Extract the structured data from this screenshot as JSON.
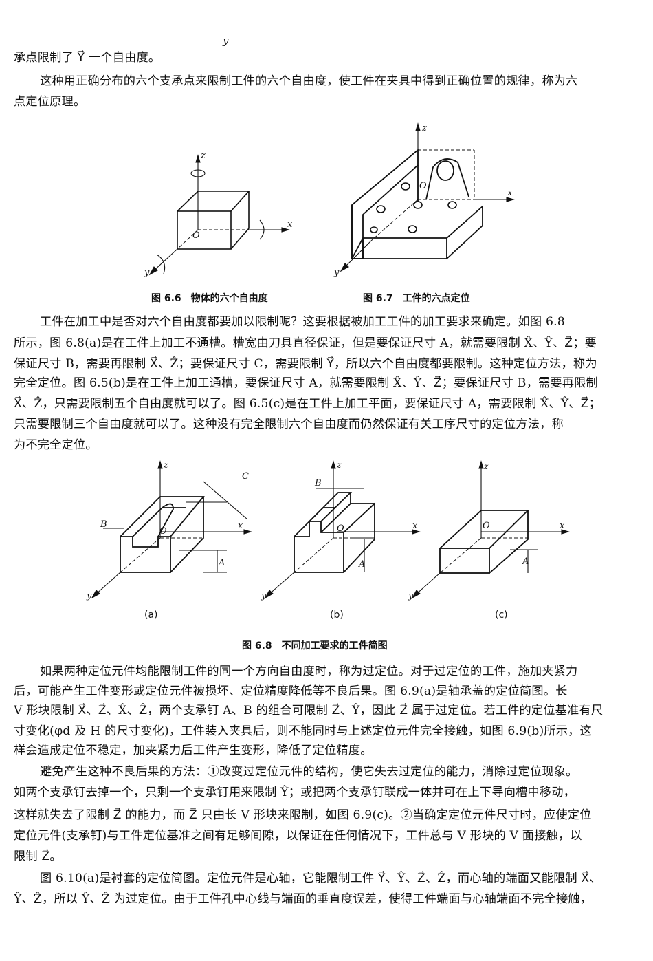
{
  "stray_mark": "y",
  "paragraphs": [
    "承点限制了 Y⃗ 一个自由度。",
    "这种用正确分布的六个支承点来限制工件的六个自由度，使工件在夹具中得到正确位置的规律，称为六",
    "点定位原理。",
    "工件在加工中是否对六个自由度都要加以限制呢？这要根据被加工工件的加工要求来确定。如图 6.8",
    "所示，图 6.8(a)是在工件上加工不通槽。槽宽由刀具直径保证，但是要保证尺寸 A，就需要限制 X̂、Ŷ、Z⃗；要",
    "保证尺寸 B，需要再限制 X⃗、Ẑ；要保证尺寸 C，需要限制 Y⃗，所以六个自由度都要限制。这种定位方法，称为",
    "完全定位。图 6.5(b)是在工件上加工通槽，要保证尺寸 A，就需要限制 X̂、Ŷ、Z⃗；要保证尺寸 B，需要再限制",
    "X⃗、Ẑ，只需要限制五个自由度就可以了。图 6.5(c)是在工件上加工平面，要保证尺寸 A，需要限制 X̂、Ŷ、Z⃗；",
    "只需要限制三个自由度就可以了。这种没有完全限制六个自由度而仍然保证有关工序尺寸的定位方法，称",
    "为不完全定位。",
    "如果两种定位元件均能限制工件的同一个方向自由度时，称为过定位。对于过定位的工件，施加夹紧力",
    "后，可能产生工件变形或定位元件被损坏、定位精度降低等不良后果。图 6.9(a)是轴承盖的定位简图。长",
    "V 形块限制 X⃗、Z⃗、X̂、Ẑ，两个支承钉 A、B 的组合可限制 Z⃗、Ŷ，因此 Z⃗ 属于过定位。若工件的定位基准有尺",
    "寸变化(φd 及 H 的尺寸变化)，工件装入夹具后，则不能同时与上述定位元件完全接触，如图 6.9(b)所示，这",
    "样会造成定位不稳定，加夹紧力后工件产生变形，降低了定位精度。",
    "避免产生这种不良后果的方法：①改变过定位元件的结构，使它失去过定位的能力，消除过定位现象。",
    "如两个支承钉去掉一个，只剩一个支承钉用来限制 Ŷ；或把两个支承钉联成一体并可在上下导向槽中移动，",
    "这样就失去了限制 Z⃗ 的能力，而 Z⃗ 只由长 V 形块来限制，如图 6.9(c)。②当确定定位元件尺寸时，应使定位",
    "定位元件(支承钉)与工件定位基准之间有足够间隙，以保证在任何情况下，工件总与 V 形块的 V 面接触，以",
    "限制 Z⃗。",
    "图 6.10(a)是衬套的定位简图。定位元件是心轴，它能限制工件 Y⃗、Ŷ、Z⃗、Ẑ，而心轴的端面又能限制 X⃗、",
    "Ŷ、Ẑ，所以 Ŷ、Ẑ 为过定位。由于工件孔中心线与端面的垂直度误差，使得工件端面与心轴端面不完全接触，"
  ],
  "figures": {
    "fig66_caption": "图 6.6　物体的六个自由度",
    "fig67_caption": "图 6.7　工件的六点定位",
    "fig68_caption": "图 6.8　不同加工要求的工件简图",
    "sub_a": "(a)",
    "sub_b": "(b)",
    "sub_c": "(c)",
    "axis_x": "x",
    "axis_y": "y",
    "axis_z": "z",
    "origin": "O",
    "dim_a": "A",
    "dim_b": "B",
    "dim_c": "C"
  }
}
